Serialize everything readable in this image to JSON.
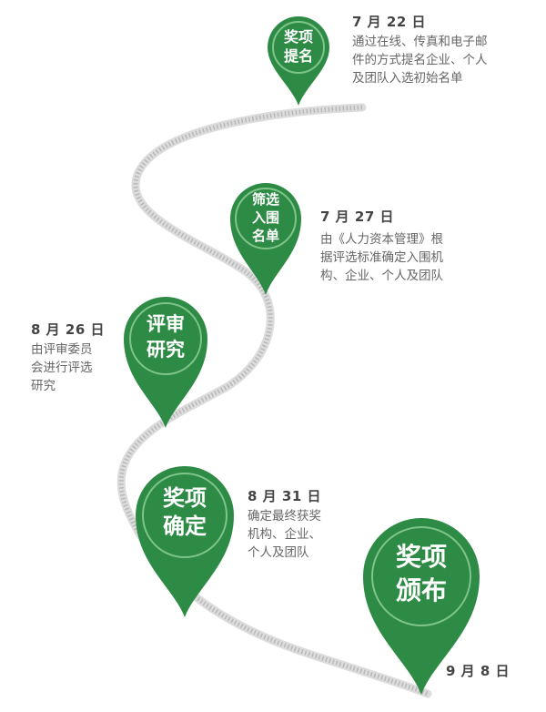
{
  "colors": {
    "pin_fill": "#2e8b45",
    "pin_dark": "#1f6e33",
    "pin_ring": "#7fc58a",
    "road": "#cfcfcf"
  },
  "milestones": [
    {
      "label": "奖项\n提名",
      "date": "7 月 22 日",
      "desc": "通过在线、传真和电子邮\n件的方式提名企业、个人\n及团队入选初始名单"
    },
    {
      "label": "筛选\n入围\n名单",
      "date": "7 月 27 日",
      "desc": "由《人力资本管理》根\n据评选标准确定入围机\n构、企业、个人及团队"
    },
    {
      "label": "评审\n研究",
      "date": "8 月 26 日",
      "desc": "由评审委员\n会进行评选\n研究"
    },
    {
      "label": "奖项\n确定",
      "date": "8 月 31 日",
      "desc": "确定最终获奖\n机构、企业、\n个人及团队"
    },
    {
      "label": "奖项\n颁布",
      "date": "9 月 8 日",
      "desc": ""
    }
  ]
}
